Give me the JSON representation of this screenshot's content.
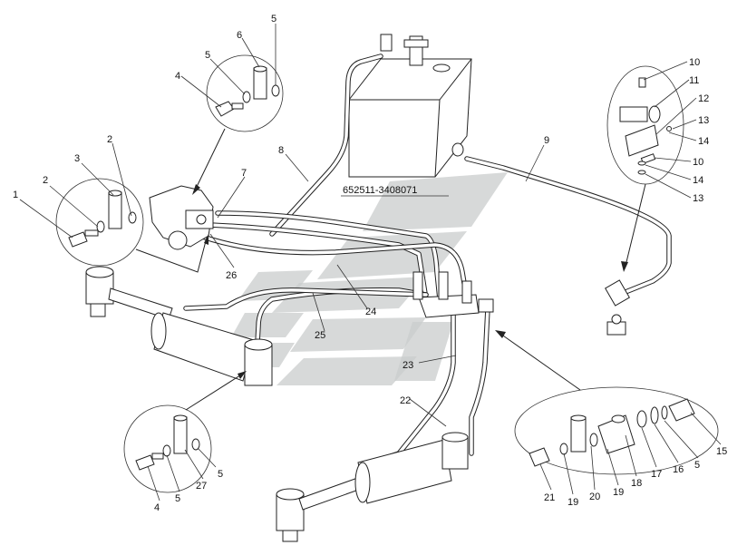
{
  "diagram": {
    "title_code": "652511-3408071",
    "callouts": [
      "1",
      "2",
      "2",
      "3",
      "4",
      "5",
      "5",
      "6",
      "7",
      "8",
      "9",
      "10",
      "11",
      "12",
      "13",
      "14",
      "10",
      "14",
      "13",
      "26",
      "24",
      "25",
      "23",
      "22",
      "4",
      "5",
      "27",
      "5",
      "21",
      "19",
      "20",
      "19",
      "18",
      "17",
      "16",
      "5",
      "15"
    ]
  }
}
